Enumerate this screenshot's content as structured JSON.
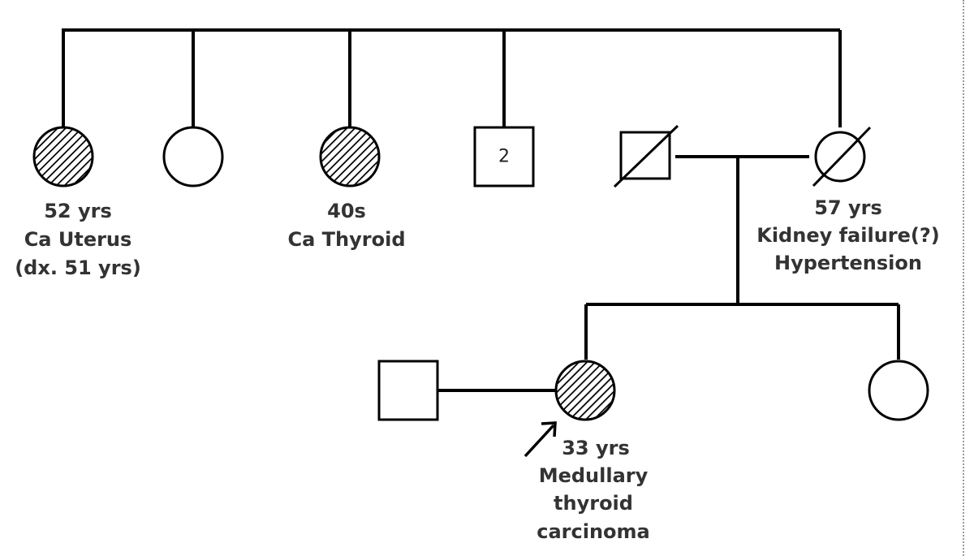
{
  "individuals": {
    "aunt1": {
      "sex": "female",
      "status": "affected",
      "labels": [
        "52 yrs",
        "Ca Uterus",
        "(dx. 51 yrs)"
      ]
    },
    "aunt2": {
      "sex": "female",
      "status": "unaffected",
      "labels": []
    },
    "aunt3": {
      "sex": "female",
      "status": "affected",
      "labels": [
        "40s",
        "Ca Thyroid"
      ]
    },
    "uncles": {
      "sex": "male",
      "status": "unaffected",
      "count": "2",
      "labels": []
    },
    "father": {
      "sex": "male",
      "status": "deceased",
      "labels": []
    },
    "mother": {
      "sex": "female",
      "status": "deceased",
      "labels": [
        "57 yrs",
        "Kidney failure(?)",
        "Hypertension"
      ]
    },
    "spouse": {
      "sex": "male",
      "status": "unaffected",
      "labels": []
    },
    "proband": {
      "sex": "female",
      "status": "affected",
      "proband": true,
      "labels": [
        "33 yrs",
        "Medullary",
        "thyroid",
        "carcinoma"
      ]
    },
    "sister": {
      "sex": "female",
      "status": "unaffected",
      "labels": []
    }
  },
  "colors": {
    "line": "#000000",
    "text": "#333333",
    "background": "#ffffff"
  },
  "legend_icons": {
    "proband_marker": "proband-arrow-icon"
  }
}
